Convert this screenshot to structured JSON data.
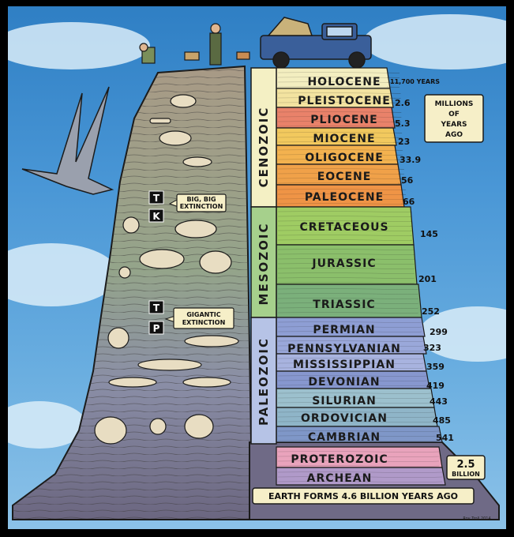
{
  "periods": [
    {
      "name": "HOLOCENE",
      "color": "#f3eec0",
      "age": "11,700 YEARS"
    },
    {
      "name": "PLEISTOCENE",
      "color": "#f3e3a0",
      "age": "2.6"
    },
    {
      "name": "PLIOCENE",
      "color": "#e9826a",
      "age": "5.3"
    },
    {
      "name": "MIOCENE",
      "color": "#f2c95e",
      "age": "23"
    },
    {
      "name": "OLIGOCENE",
      "color": "#f3b24f",
      "age": "33.9"
    },
    {
      "name": "EOCENE",
      "color": "#f0a149",
      "age": "56"
    },
    {
      "name": "PALEOCENE",
      "color": "#ef9446",
      "age": "66"
    },
    {
      "name": "CRETACEOUS",
      "color": "#9fcc63",
      "age": "145"
    },
    {
      "name": "JURASSIC",
      "color": "#8bbf6b",
      "age": "201"
    },
    {
      "name": "TRIASSIC",
      "color": "#7bb07b",
      "age": "252"
    },
    {
      "name": "PERMIAN",
      "color": "#8e9ed4",
      "age": "299"
    },
    {
      "name": "PENNSYLVANIAN",
      "color": "#9aa8da",
      "age": "323"
    },
    {
      "name": "MISSISSIPPIAN",
      "color": "#a8b3df",
      "age": "359"
    },
    {
      "name": "DEVONIAN",
      "color": "#8797cf",
      "age": "419"
    },
    {
      "name": "SILURIAN",
      "color": "#9cc0cd",
      "age": "443"
    },
    {
      "name": "ORDOVICIAN",
      "color": "#8fb5c8",
      "age": "485"
    },
    {
      "name": "CAMBRIAN",
      "color": "#7f97c8",
      "age": "541"
    },
    {
      "name": "PROTEROZOIC",
      "color": "#e9a3bc",
      "age": ""
    },
    {
      "name": "ARCHEAN",
      "color": "#b09ac9",
      "age": ""
    }
  ],
  "eras": [
    {
      "name": "CENOZOIC",
      "color": "#f4f0c4"
    },
    {
      "name": "MESOZOIC",
      "color": "#a6d08c"
    },
    {
      "name": "PALEOZOIC",
      "color": "#b6c3e6"
    }
  ],
  "labels": {
    "millions_line1": "MILLIONS",
    "millions_line2": "OF",
    "millions_line3": "YEARS",
    "millions_line4": "AGO",
    "billion_value": "2.5",
    "billion_unit": "BILLION",
    "earth_forms": "EARTH FORMS 4.6 BILLION YEARS AGO",
    "kt_line1": "BIG, BIG",
    "kt_line2": "EXTINCTION",
    "tp_line1": "GIGANTIC",
    "tp_line2": "EXTINCTION",
    "badge_t": "T",
    "badge_k": "K",
    "badge_t2": "T",
    "badge_p": "P",
    "credit": "Roy Troll 2014"
  },
  "colors": {
    "sky_top": "#2f7fc4",
    "sky_bottom": "#8cc2e8",
    "cliff_top": "#a89a86",
    "cliff_bottom": "#6b6680",
    "truck": "#3a5f9a",
    "outline": "#1b1b1b"
  }
}
